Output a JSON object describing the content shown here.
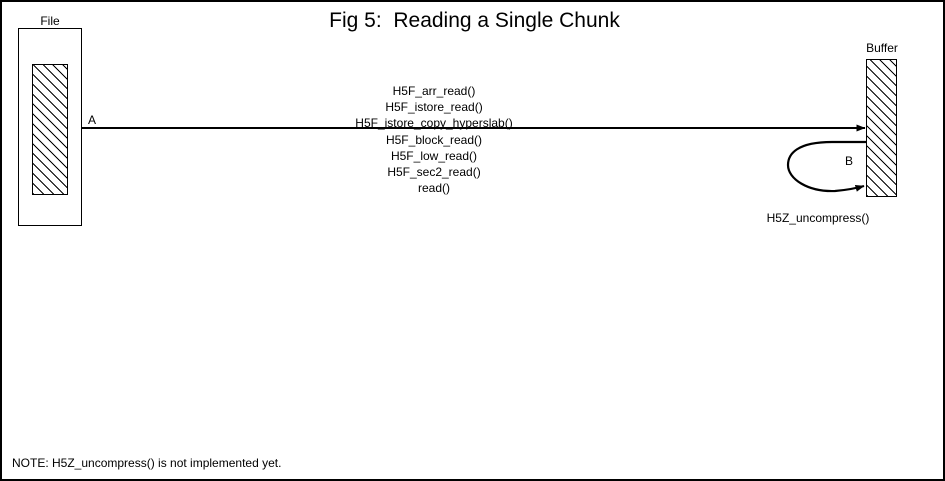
{
  "figure": {
    "title": "Fig 5:  Reading a Single Chunk",
    "note": "NOTE: H5Z_uncompress() is not implemented yet."
  },
  "nodes": {
    "file": {
      "label": "File"
    },
    "buffer": {
      "label": "Buffer"
    }
  },
  "edges": {
    "read": {
      "label": "A",
      "calls": [
        "H5F_arr_read()",
        "H5F_istore_read()",
        "H5F_istore_copy_hyperslab()",
        "H5F_block_read()",
        "H5F_low_read()",
        "H5F_sec2_read()",
        "read()"
      ]
    },
    "uncompress": {
      "label": "B",
      "caption": "H5Z_uncompress()"
    }
  },
  "colors": {
    "stroke": "#000000",
    "background": "#ffffff"
  }
}
